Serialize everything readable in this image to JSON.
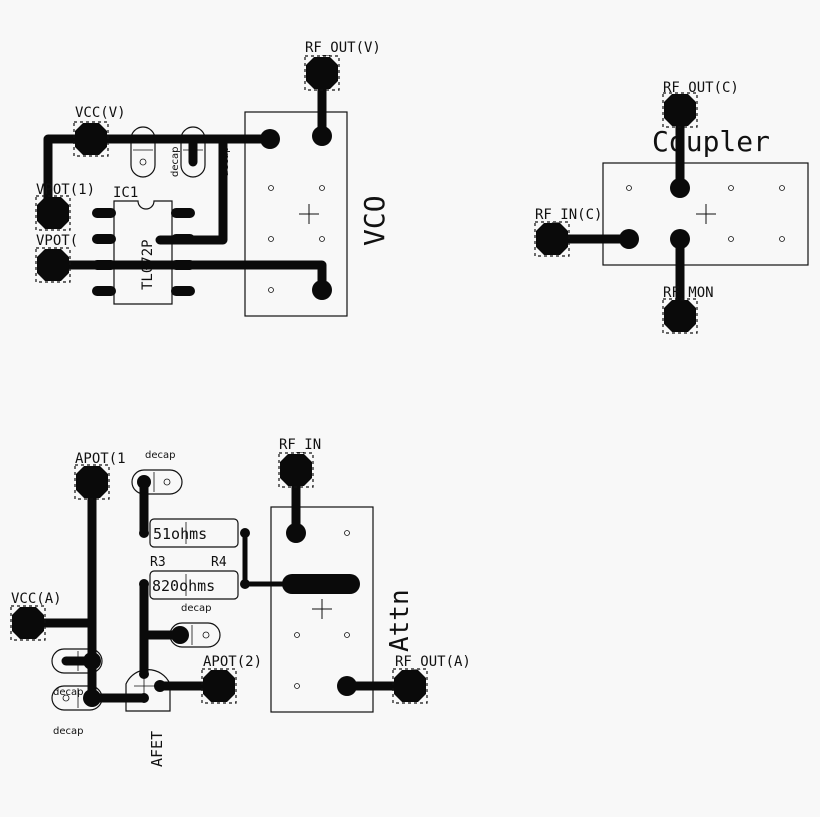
{
  "vco_block": {
    "labels": {
      "rf_out_v": "RF_OUT(V)",
      "vcc_v": "VCC(V)",
      "vpot1": "VPOT(1)",
      "vpot2": "VPOT(",
      "ic1": "IC1",
      "ic_part": "TL072P",
      "decap_1": "decap",
      "decap_2": "decap",
      "vco": "VCO"
    }
  },
  "coupler_block": {
    "labels": {
      "rf_out_c": "RF_OUT(C)",
      "coupler": "Coupler",
      "rf_in_c": "RF_IN(C)",
      "rf_mon": "RF_MON"
    }
  },
  "attn_block": {
    "labels": {
      "apot1": "APOT(1",
      "decap_top": "decap",
      "rf_in": "RF_IN",
      "r_51": "51ohms",
      "r3": "R3",
      "r4": "R4",
      "r_820": "820ohms",
      "decap_mid": "decap",
      "vcc_a": "VCC(A)",
      "apot2": "APOT(2)",
      "rf_out_a": "RF_OUT(A)",
      "decap_left1": "decap",
      "decap_left2": "decap",
      "afet": "AFET",
      "attn": "Attn"
    }
  }
}
